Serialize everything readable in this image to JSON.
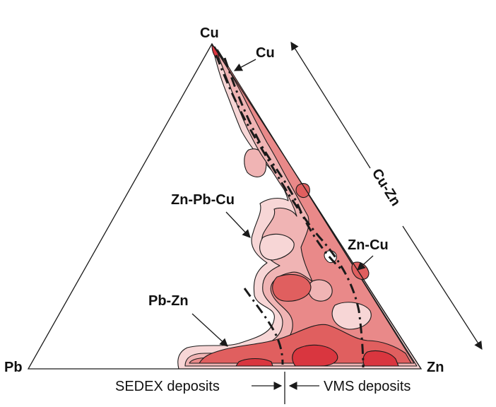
{
  "apices": {
    "top": "Cu",
    "left": "Pb",
    "right": "Zn"
  },
  "field_labels": {
    "cu": "Cu",
    "zn_pb_cu": "Zn-Pb-Cu",
    "zn_cu": "Zn-Cu",
    "pb_zn": "Pb-Zn"
  },
  "trend_label": "Cu-Zn",
  "bottom": {
    "sedex": "SEDEX deposits",
    "vms": "VMS deposits"
  },
  "colors": {
    "outline": "#1a1a1a",
    "lightest": "#f7d6d6",
    "light": "#f0b4b4",
    "medium": "#e98989",
    "dark": "#e05f5f",
    "darkest": "#d9363f",
    "background": "#ffffff"
  }
}
